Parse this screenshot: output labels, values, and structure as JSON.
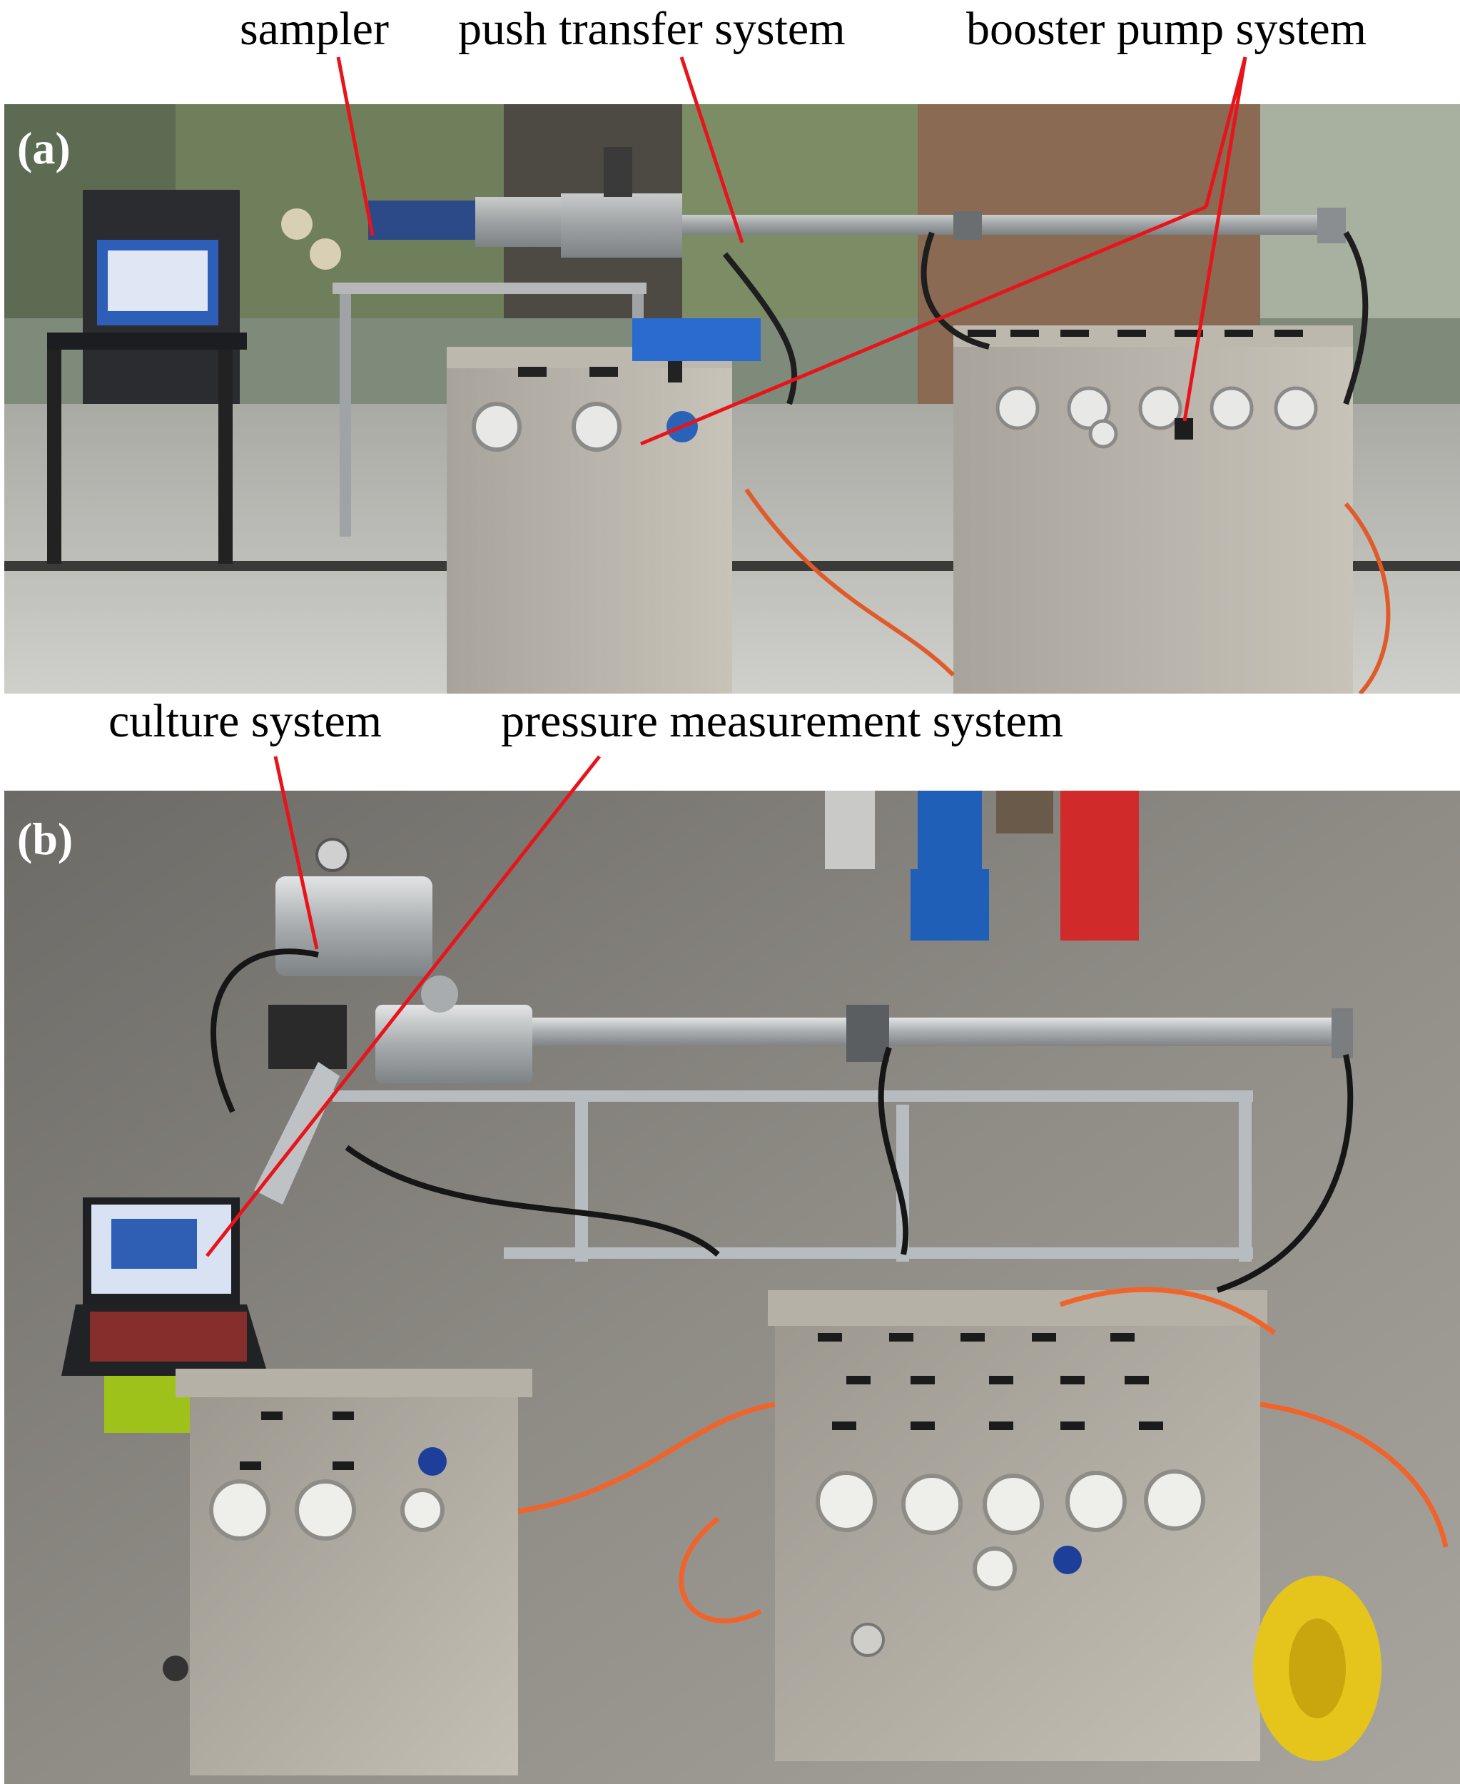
{
  "panel_a": {
    "tag": "(a)",
    "labels": {
      "sampler": "sampler",
      "push_transfer": "push transfer system",
      "booster_pump": "booster pump system"
    }
  },
  "panel_b": {
    "tag": "(b)",
    "labels": {
      "culture": "culture system",
      "pressure_measurement": "pressure measurement system"
    }
  },
  "colors": {
    "pointer_line": "#e8141b",
    "label_text": "#000000",
    "panel_tag": "#ffffff"
  }
}
